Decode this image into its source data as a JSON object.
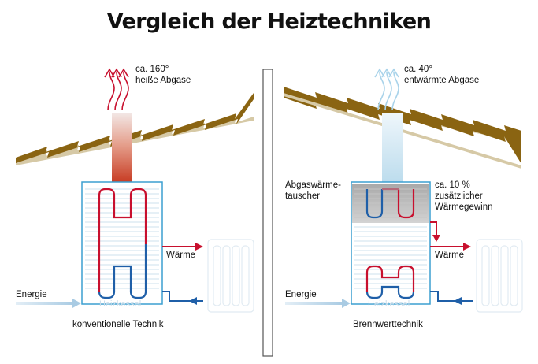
{
  "title": "Vergleich der Heiztechniken",
  "colors": {
    "roof_brown": "#8a6412",
    "roof_tan": "#d6c9a6",
    "boiler_outline": "#3b9fd1",
    "hot_red": "#c8102e",
    "cold_blue": "#1f5fa8",
    "exhaust_red": "#c73b22",
    "exhaust_light_blue": "#bcdced",
    "stripe_blue": "#d8e6f1",
    "exchanger_gray": "#b9b9b9"
  },
  "left_panel": {
    "exhaust_label_line1": "ca. 160°",
    "exhaust_label_line2": "heiße Abgase",
    "heat_label": "Wärme",
    "energy_label": "Energie",
    "boiler_label": "Heizkessel",
    "caption": "konventionelle Technik"
  },
  "right_panel": {
    "exhaust_label_line1": "ca. 40°",
    "exhaust_label_line2": "entwärmte Abgase",
    "exchanger_label_line1": "Abgaswärme-",
    "exchanger_label_line2": "tauscher",
    "gain_label_line1": "ca. 10 %",
    "gain_label_line2": "zusätzlicher",
    "gain_label_line3": "Wärmegewinn",
    "heat_label": "Wärme",
    "energy_label": "Energie",
    "boiler_label": "Heizkessel",
    "caption": "Brennwerttechnik"
  },
  "icons": {
    "exhaust": "wavy-arrows-up",
    "heat_flow": "arrow-right",
    "return_flow": "arrow-left",
    "energy_flow": "arrow-right",
    "radiator": "radiator"
  }
}
